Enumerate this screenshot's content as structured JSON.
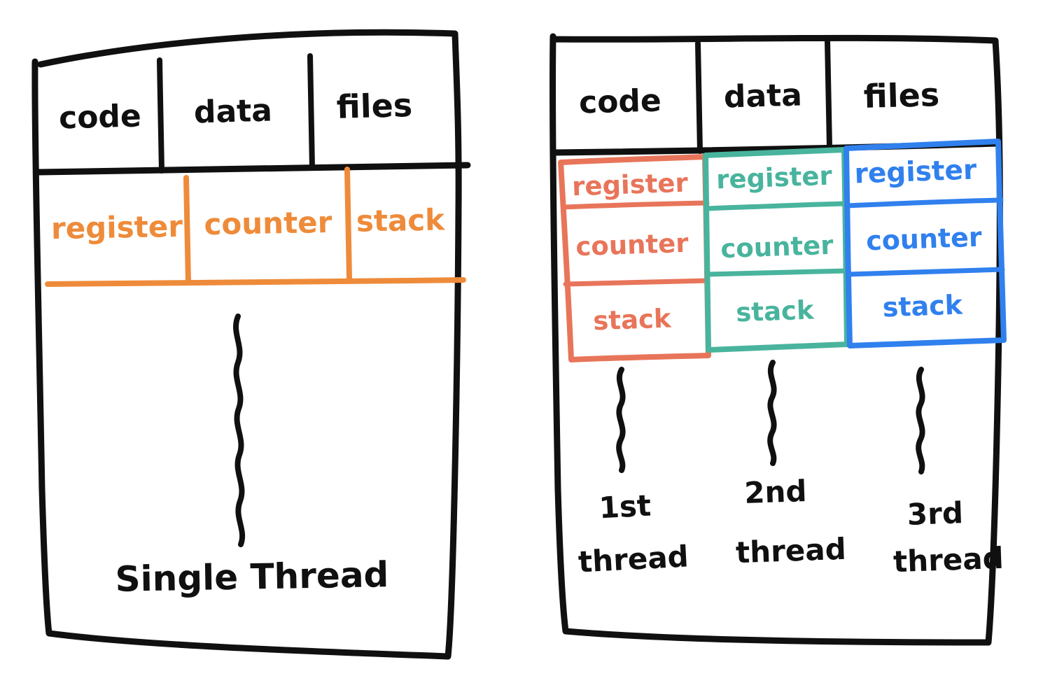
{
  "diagram": {
    "title_semantic": "single-threaded-vs-multithreaded-process",
    "palette": {
      "ink": "#101010",
      "single_thread_accent": "#EE8B3A",
      "thread1_accent": "#E8755A",
      "thread2_accent": "#49B49D",
      "thread3_accent": "#3080EE",
      "background": "#FFFFFF"
    },
    "panels": [
      {
        "id": "single-threaded-process",
        "shared_row_label": "shared-resources",
        "shared_cells": [
          "code",
          "data",
          "files"
        ],
        "thread_row_color": "#EE8B3A",
        "thread_cells": [
          "register",
          "counter",
          "stack"
        ],
        "squiggle_count": 1,
        "caption": "Single Thread"
      },
      {
        "id": "multi-threaded-process",
        "shared_row_label": "shared-resources",
        "shared_cells": [
          "code",
          "data",
          "files"
        ],
        "threads": [
          {
            "color": "#E8755A",
            "cells": [
              "register",
              "counter",
              "stack"
            ],
            "caption_line1": "1st",
            "caption_line2": "thread"
          },
          {
            "color": "#49B49D",
            "cells": [
              "register",
              "counter",
              "stack"
            ],
            "caption_line1": "2nd",
            "caption_line2": "thread"
          },
          {
            "color": "#3080EE",
            "cells": [
              "register",
              "counter",
              "stack"
            ],
            "caption_line1": "3rd",
            "caption_line2": "thread"
          }
        ]
      }
    ]
  }
}
